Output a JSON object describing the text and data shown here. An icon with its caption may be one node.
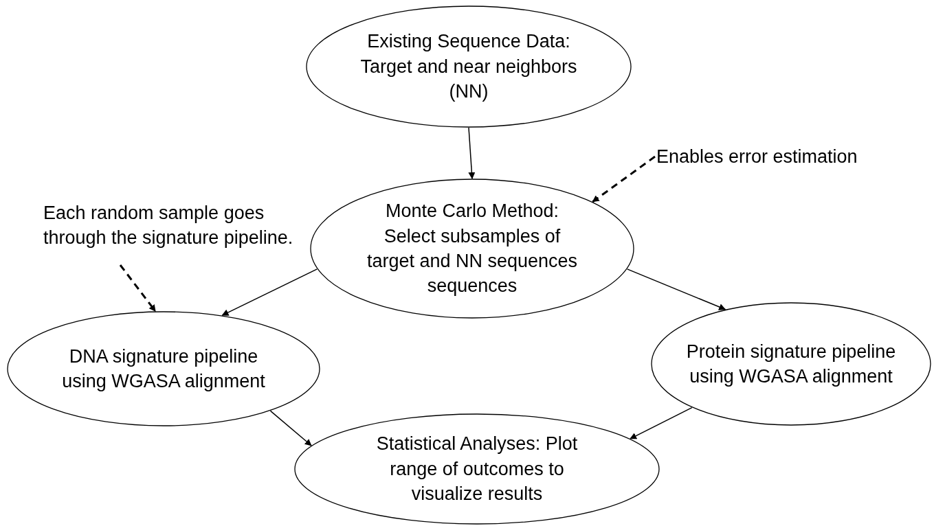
{
  "diagram": {
    "nodes": [
      {
        "text": [
          "Existing Sequence Data: Target and near neighbors (NN)"
        ]
      },
      {
        "text": [
          "Monte Carlo Method: Select subsamples of target and NN sequences sequences"
        ]
      },
      {
        "text": [
          "DNA signature pipeline using WGASA alignment"
        ]
      },
      {
        "text": [
          "Protein signature pipeline using WGASA alignment"
        ]
      },
      {
        "text": [
          "Statistical Analyses: Plot range of outcomes to visualize results"
        ]
      },
      {
        "text": [
          "Enables error estimation"
        ]
      },
      {
        "text": [
          "Each random sample goes through the signature pipeline."
        ]
      }
    ],
    "edges": [
      {
        "from": 0,
        "to": 1,
        "arrow": "to"
      },
      {
        "from": 1,
        "to": 2,
        "arrow": "to"
      },
      {
        "from": 1,
        "to": 3,
        "arrow": "to"
      },
      {
        "from": 2,
        "to": 4,
        "arrow": "to"
      },
      {
        "from": 3,
        "to": 4,
        "arrow": "to"
      },
      {
        "from": 5,
        "to": 1,
        "arrow": "to",
        "style": "dashed"
      },
      {
        "from": 6,
        "to": 2,
        "arrow": "to",
        "style": "dashed"
      }
    ]
  }
}
